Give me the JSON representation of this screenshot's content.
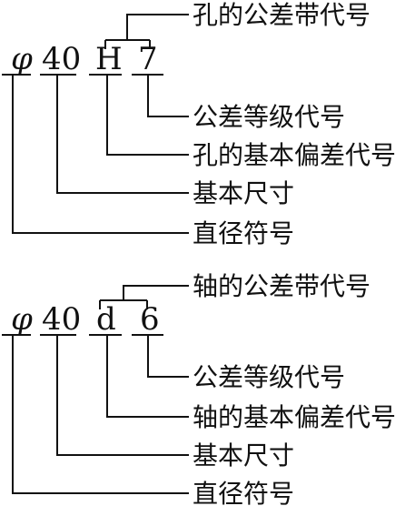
{
  "hole": {
    "symbols": {
      "phi": "φ",
      "size": "40",
      "deviation": "H",
      "grade": "7"
    },
    "labels": {
      "tolerance_zone": "孔的公差带代号",
      "grade_code": "公差等级代号",
      "deviation_code": "孔的基本偏差代号",
      "basic_size": "基本尺寸",
      "diameter_symbol": "直径符号"
    }
  },
  "shaft": {
    "symbols": {
      "phi": "φ",
      "size": "40",
      "deviation": "d",
      "grade": "6"
    },
    "labels": {
      "tolerance_zone": "轴的公差带代号",
      "grade_code": "公差等级代号",
      "deviation_code": "轴的基本偏差代号",
      "basic_size": "基本尺寸",
      "diameter_symbol": "直径符号"
    }
  }
}
